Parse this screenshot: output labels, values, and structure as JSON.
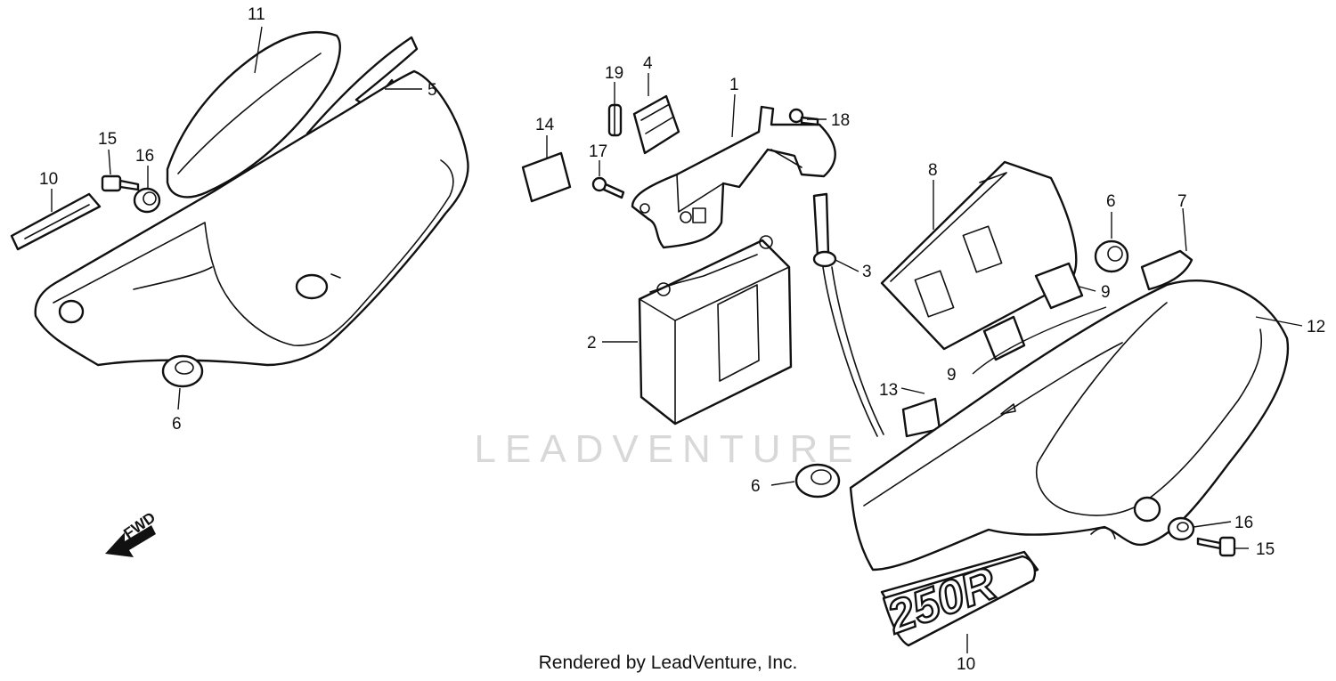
{
  "callouts": {
    "c11": "11",
    "c5": "5",
    "c15_left": "15",
    "c16_left": "16",
    "c10_left": "10",
    "c6_left": "6",
    "c14": "14",
    "c19": "19",
    "c4": "4",
    "c1": "1",
    "c18": "18",
    "c17": "17",
    "c2": "2",
    "c3": "3",
    "c8": "8",
    "c6_right_top": "6",
    "c7": "7",
    "c9_top": "9",
    "c9_bottom": "9",
    "c12": "12",
    "c13": "13",
    "c6_bottom": "6",
    "c16_right": "16",
    "c15_right": "15",
    "c10_bottom": "10"
  },
  "fwd_label": "FWD",
  "emblem_text": "250R",
  "watermark": "LEADVENTURE",
  "credit": "Rendered by LeadVenture, Inc."
}
